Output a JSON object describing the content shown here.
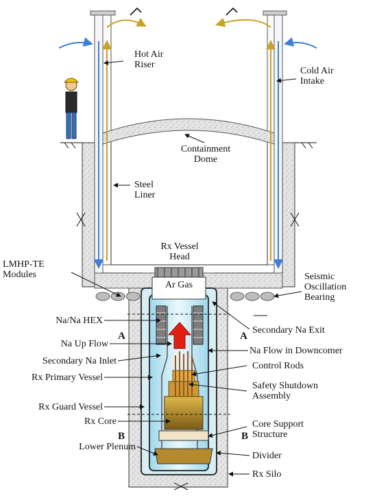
{
  "labels": {
    "hot_air_riser": [
      "Hot Air",
      "Riser"
    ],
    "cold_air_intake": [
      "Cold Air",
      "Intake"
    ],
    "containment_dome": [
      "Containment",
      "Dome"
    ],
    "steel_liner": [
      "Steel",
      "Liner"
    ],
    "rx_vessel_head": [
      "Rx Vessel",
      "Head"
    ],
    "lmhp_te_modules": [
      "LMHP-TE",
      "Modules"
    ],
    "ar_gas": "Ar Gas",
    "seismic_bearing": [
      "Seismic",
      "Oscillation",
      "Bearing"
    ],
    "na_na_hex": "Na/Na HEX",
    "secondary_na_exit": "Secondary Na Exit",
    "na_up_flow": "Na Up Flow",
    "na_flow_downcomer": "Na Flow in Downcomer",
    "secondary_na_inlet": "Secondary Na Inlet",
    "control_rods": "Control Rods",
    "rx_primary_vessel": "Rx Primary Vessel",
    "safety_shutdown": [
      "Safety Shutdown",
      "Assembly"
    ],
    "rx_guard_vessel": "Rx Guard Vessel",
    "rx_core": "Rx Core",
    "core_support": [
      "Core Support",
      "Structure"
    ],
    "lower_plenum": "Lower Plenum",
    "divider": "Divider",
    "rx_silo": "Rx Silo"
  },
  "section_marks": {
    "a_left": "A",
    "a_right": "A",
    "b_left": "B",
    "b_right": "B"
  },
  "colors": {
    "concrete": "#dcdcdc",
    "steel": "#8a8a8a",
    "hot_air": "#c9a227",
    "cold_air": "#3f7fd6",
    "sodium": "#bfe6f2",
    "core": "#b08a2a",
    "hot_arrow": "#e02010",
    "liner": "#eef2f8"
  },
  "icons": [
    "worker-icon",
    "wind-cap-icon",
    "ground-hatch-icon"
  ]
}
